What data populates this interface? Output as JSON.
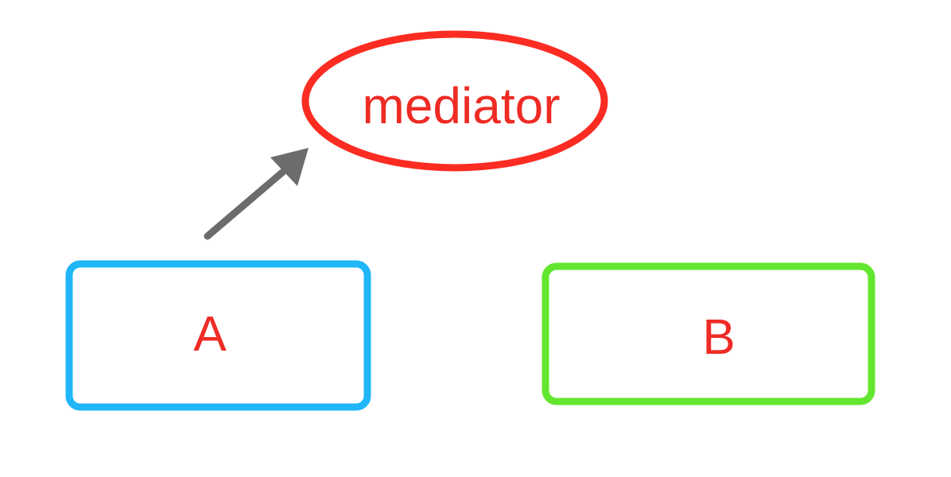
{
  "diagram": {
    "nodes": {
      "mediator": {
        "label": "mediator"
      },
      "a": {
        "label": "A"
      },
      "b": {
        "label": "B"
      }
    },
    "edges": [
      {
        "from": "A",
        "to": "mediator",
        "directed": true
      }
    ]
  },
  "colors": {
    "label_text": "#ee2b24",
    "mediator_outline": "#fc2c22",
    "node_a_border": "#20b6f7",
    "node_b_border": "#63e62f",
    "arrow": "#6c6c6c",
    "background": "#ffffff"
  }
}
